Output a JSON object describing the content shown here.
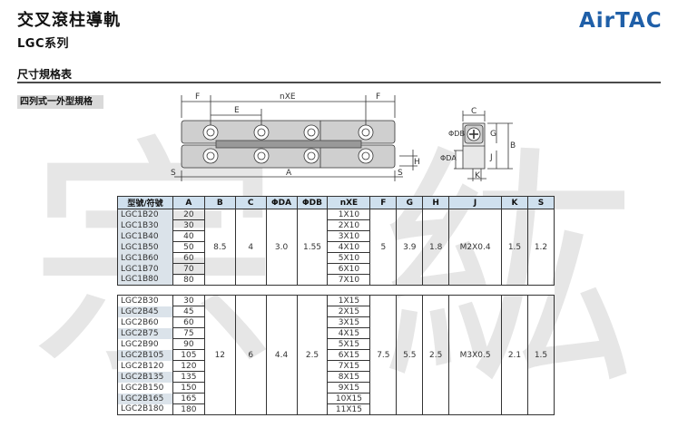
{
  "header": {
    "title": "交叉滾柱導軌",
    "subtitle": "LGC系列",
    "logo": "AirTAC"
  },
  "section": {
    "title": "尺寸規格表",
    "subsection": "四列式一外型規格"
  },
  "watermark": [
    "宗",
    "紘"
  ],
  "drawing": {
    "labels": {
      "F": "F",
      "nXE": "nXE",
      "E": "E",
      "A": "A",
      "S": "S",
      "C": "C",
      "B": "B",
      "G": "G",
      "H": "H",
      "K": "K",
      "J": "J",
      "DB": "ΦDB",
      "DA": "ΦDA"
    }
  },
  "table": {
    "headers": [
      "型號/符號",
      "A",
      "B",
      "C",
      "ΦDA",
      "ΦDB",
      "nXE",
      "F",
      "G",
      "H",
      "J",
      "K",
      "S"
    ],
    "group1": {
      "rows": [
        {
          "model": "LGC1B20",
          "A": "20",
          "nXE": "1X10"
        },
        {
          "model": "LGC1B30",
          "A": "30",
          "nXE": "2X10"
        },
        {
          "model": "LGC1B40",
          "A": "40",
          "nXE": "3X10"
        },
        {
          "model": "LGC1B50",
          "A": "50",
          "nXE": "4X10"
        },
        {
          "model": "LGC1B60",
          "A": "60",
          "nXE": "5X10"
        },
        {
          "model": "LGC1B70",
          "A": "70",
          "nXE": "6X10"
        },
        {
          "model": "LGC1B80",
          "A": "80",
          "nXE": "7X10"
        }
      ],
      "common": {
        "B": "8.5",
        "C": "4",
        "DA": "3.0",
        "DB": "1.55",
        "F": "5",
        "G": "3.9",
        "H": "1.8",
        "J": "M2X0.4",
        "K": "1.5",
        "S": "1.2"
      }
    },
    "group2": {
      "rows": [
        {
          "model": "LGC2B30",
          "A": "30",
          "nXE": "1X15"
        },
        {
          "model": "LGC2B45",
          "A": "45",
          "nXE": "2X15"
        },
        {
          "model": "LGC2B60",
          "A": "60",
          "nXE": "3X15"
        },
        {
          "model": "LGC2B75",
          "A": "75",
          "nXE": "4X15"
        },
        {
          "model": "LGC2B90",
          "A": "90",
          "nXE": "5X15"
        },
        {
          "model": "LGC2B105",
          "A": "105",
          "nXE": "6X15"
        },
        {
          "model": "LGC2B120",
          "A": "120",
          "nXE": "7X15"
        },
        {
          "model": "LGC2B135",
          "A": "135",
          "nXE": "8X15"
        },
        {
          "model": "LGC2B150",
          "A": "150",
          "nXE": "9X15"
        },
        {
          "model": "LGC2B165",
          "A": "165",
          "nXE": "10X15"
        },
        {
          "model": "LGC2B180",
          "A": "180",
          "nXE": "11X15"
        }
      ],
      "common": {
        "B": "12",
        "C": "6",
        "DA": "4.4",
        "DB": "2.5",
        "F": "7.5",
        "G": "5.5",
        "H": "2.5",
        "J": "M3X0.5",
        "K": "2.1",
        "S": "1.5"
      }
    }
  },
  "colors": {
    "header_bg": "#cfe0ee",
    "model_bg": "#dbe3ea",
    "logo_blue": "#1f5fa8",
    "watermark": "#e6e6e6"
  }
}
